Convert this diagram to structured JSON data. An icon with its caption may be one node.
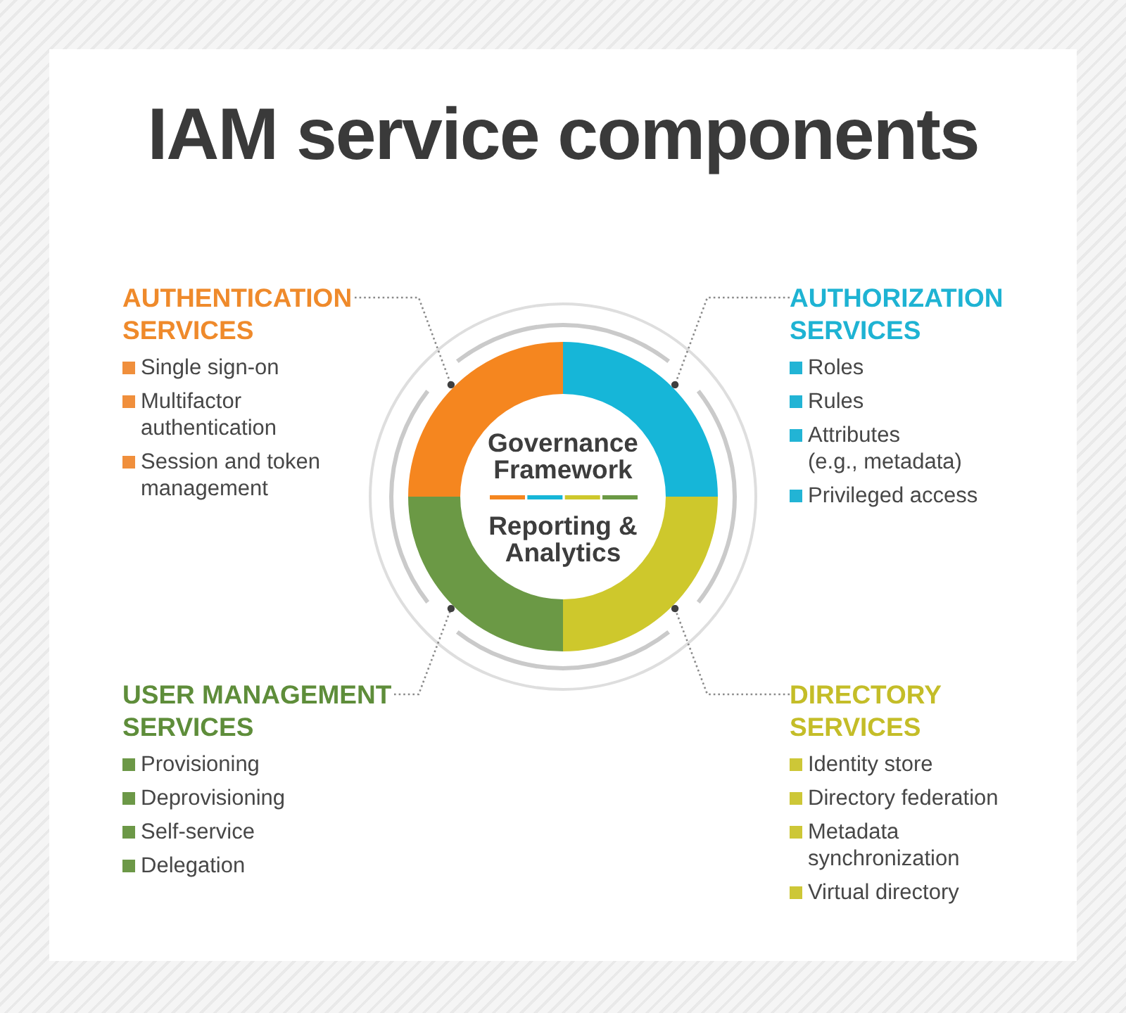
{
  "diagram": {
    "title": "IAM service components",
    "nodes": [
      {
        "text": [
          "AUTHENTICATION SERVICES",
          "Single sign-on",
          "Multifactor authentication",
          "Session and token management"
        ]
      },
      {
        "text": [
          "AUTHORIZATION SERVICES",
          "Roles",
          "Rules",
          "Attributes (e.g., metadata)",
          "Privileged access"
        ]
      },
      {
        "text": [],
        "shape": "segment"
      },
      {
        "text": [],
        "shape": "segment"
      },
      {
        "text": [
          "Governance Framework",
          "Reporting & Analytics"
        ]
      },
      {
        "text": [],
        "shape": "segment"
      },
      {
        "text": [],
        "shape": "segment"
      },
      {
        "text": [
          "USER MANAGEMENT SERVICES",
          "Provisioning",
          "Deprovisioning",
          "Self-service",
          "Delegation"
        ]
      },
      {
        "text": [
          "DIRECTORY SERVICES",
          "Identity store",
          "Directory federation",
          "Metadata synchronization",
          "Virtual directory"
        ]
      }
    ],
    "edges": [
      {
        "from": 0,
        "to": 2,
        "arrow": "other",
        "style": "dashed"
      },
      {
        "from": 1,
        "to": 3,
        "arrow": "other",
        "style": "dashed"
      },
      {
        "from": 7,
        "to": 5,
        "arrow": "other",
        "style": "dashed"
      },
      {
        "from": 8,
        "to": 6,
        "arrow": "other",
        "style": "dashed"
      }
    ]
  }
}
